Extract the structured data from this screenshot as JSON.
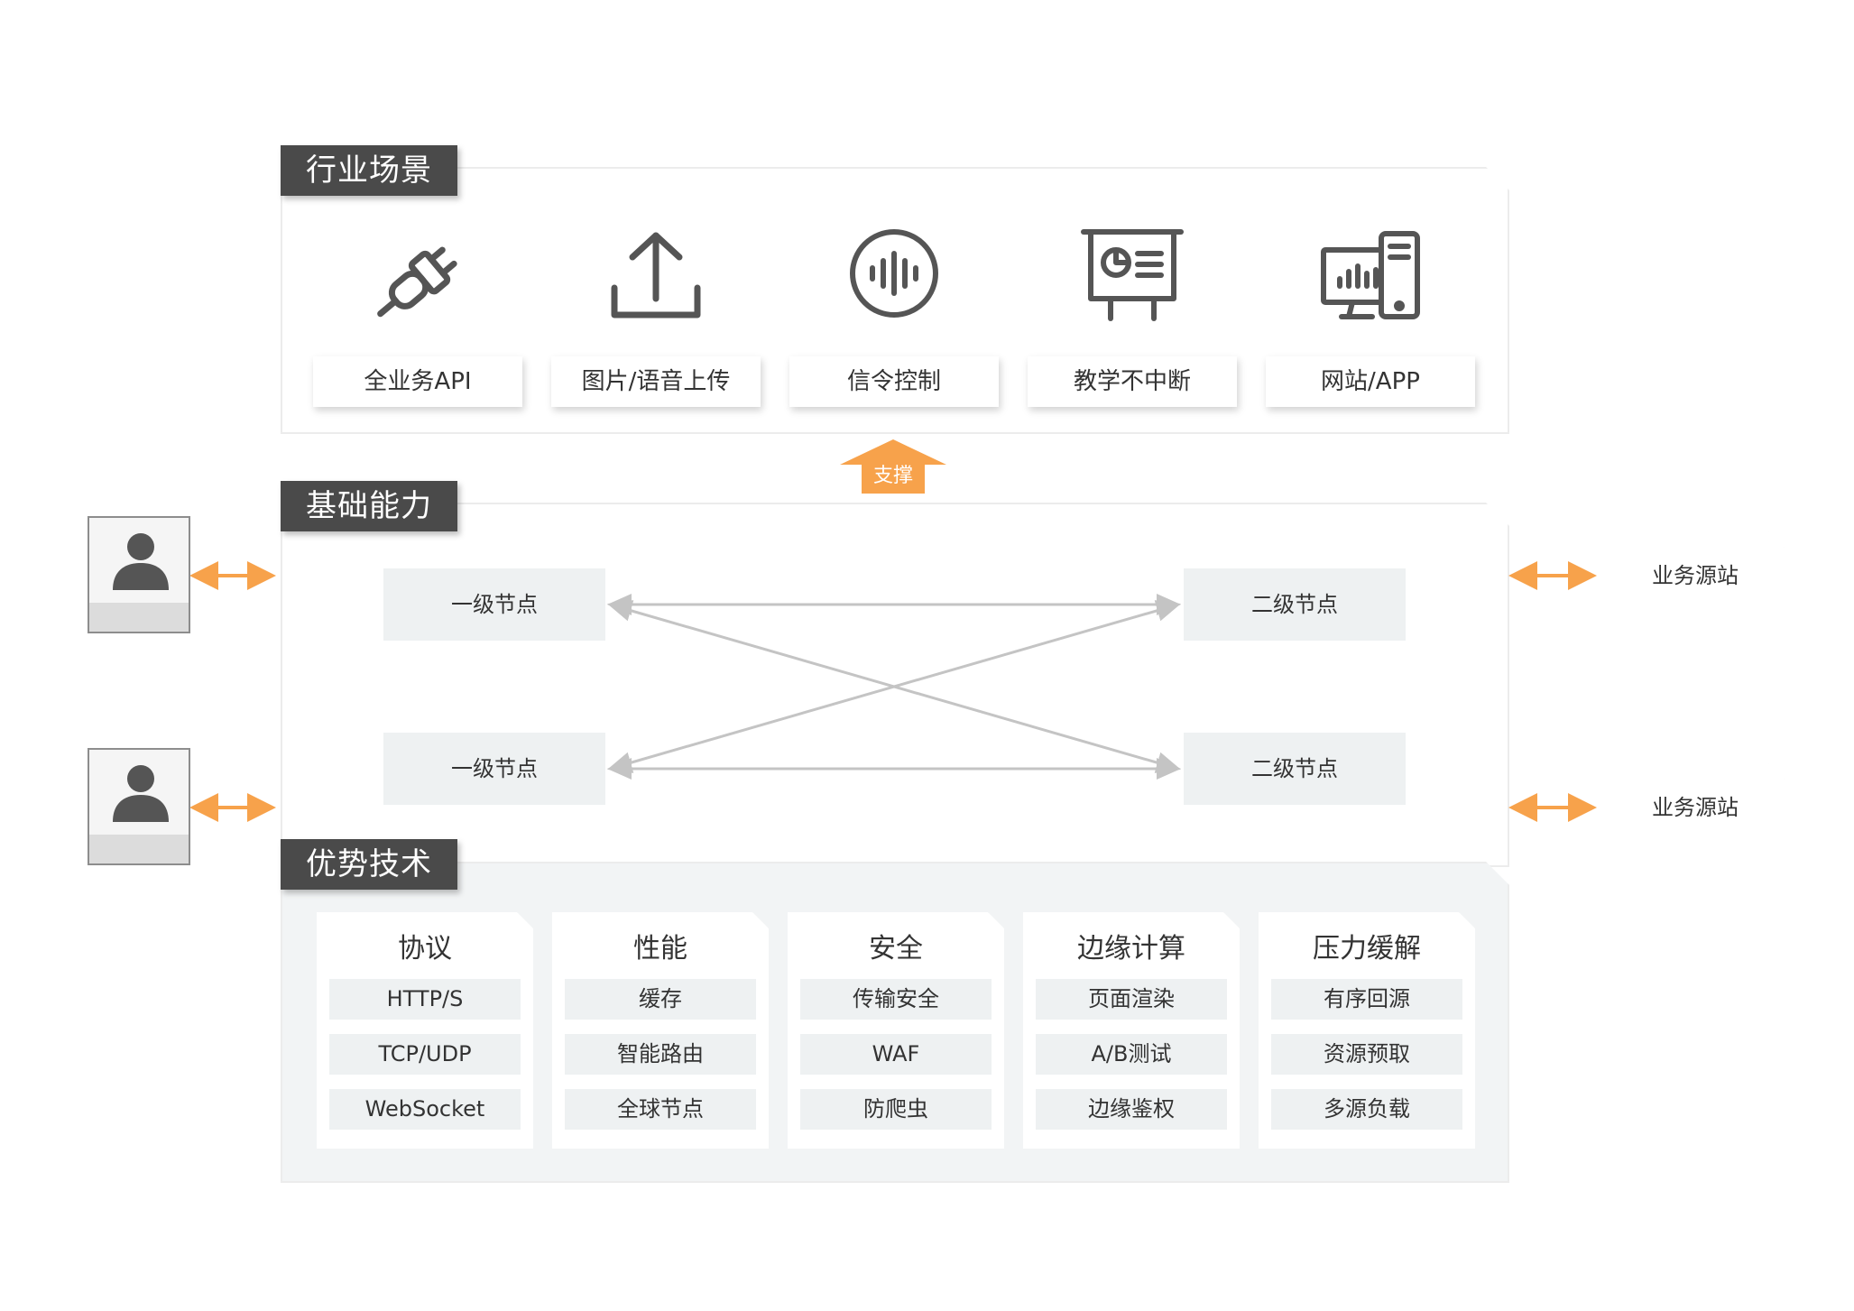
{
  "sections": {
    "industry": "行业场景",
    "capability": "基础能力",
    "advantage": "优势技术"
  },
  "scenes": [
    {
      "icon": "plug-icon",
      "label": "全业务API"
    },
    {
      "icon": "upload-icon",
      "label": "图片/语音上传"
    },
    {
      "icon": "audio-wave-icon",
      "label": "信令控制"
    },
    {
      "icon": "presentation-board-icon",
      "label": "教学不中断"
    },
    {
      "icon": "desktop-and-phone-icon",
      "label": "网站/APP"
    }
  ],
  "support_label": "支撑",
  "nodes": {
    "level1_top": "一级节点",
    "level1_bottom": "一级节点",
    "level2_top": "二级节点",
    "level2_bottom": "二级节点"
  },
  "origins": [
    "业务源站",
    "业务源站"
  ],
  "advantages": [
    {
      "title": "协议",
      "items": [
        "HTTP/S",
        "TCP/UDP",
        "WebSocket"
      ]
    },
    {
      "title": "性能",
      "items": [
        "缓存",
        "智能路由",
        "全球节点"
      ]
    },
    {
      "title": "安全",
      "items": [
        "传输安全",
        "WAF",
        "防爬虫"
      ]
    },
    {
      "title": "边缘计算",
      "items": [
        "页面渲染",
        "A/B测试",
        "边缘鉴权"
      ]
    },
    {
      "title": "压力缓解",
      "items": [
        "有序回源",
        "资源预取",
        "多源负载"
      ]
    }
  ],
  "colors": {
    "accent_orange": "#f7a24b",
    "tag_bg": "#4a4a4a",
    "icon_gray": "#555555",
    "node_bg": "#eef1f2",
    "advantage_panel_bg": "#f2f4f5"
  }
}
